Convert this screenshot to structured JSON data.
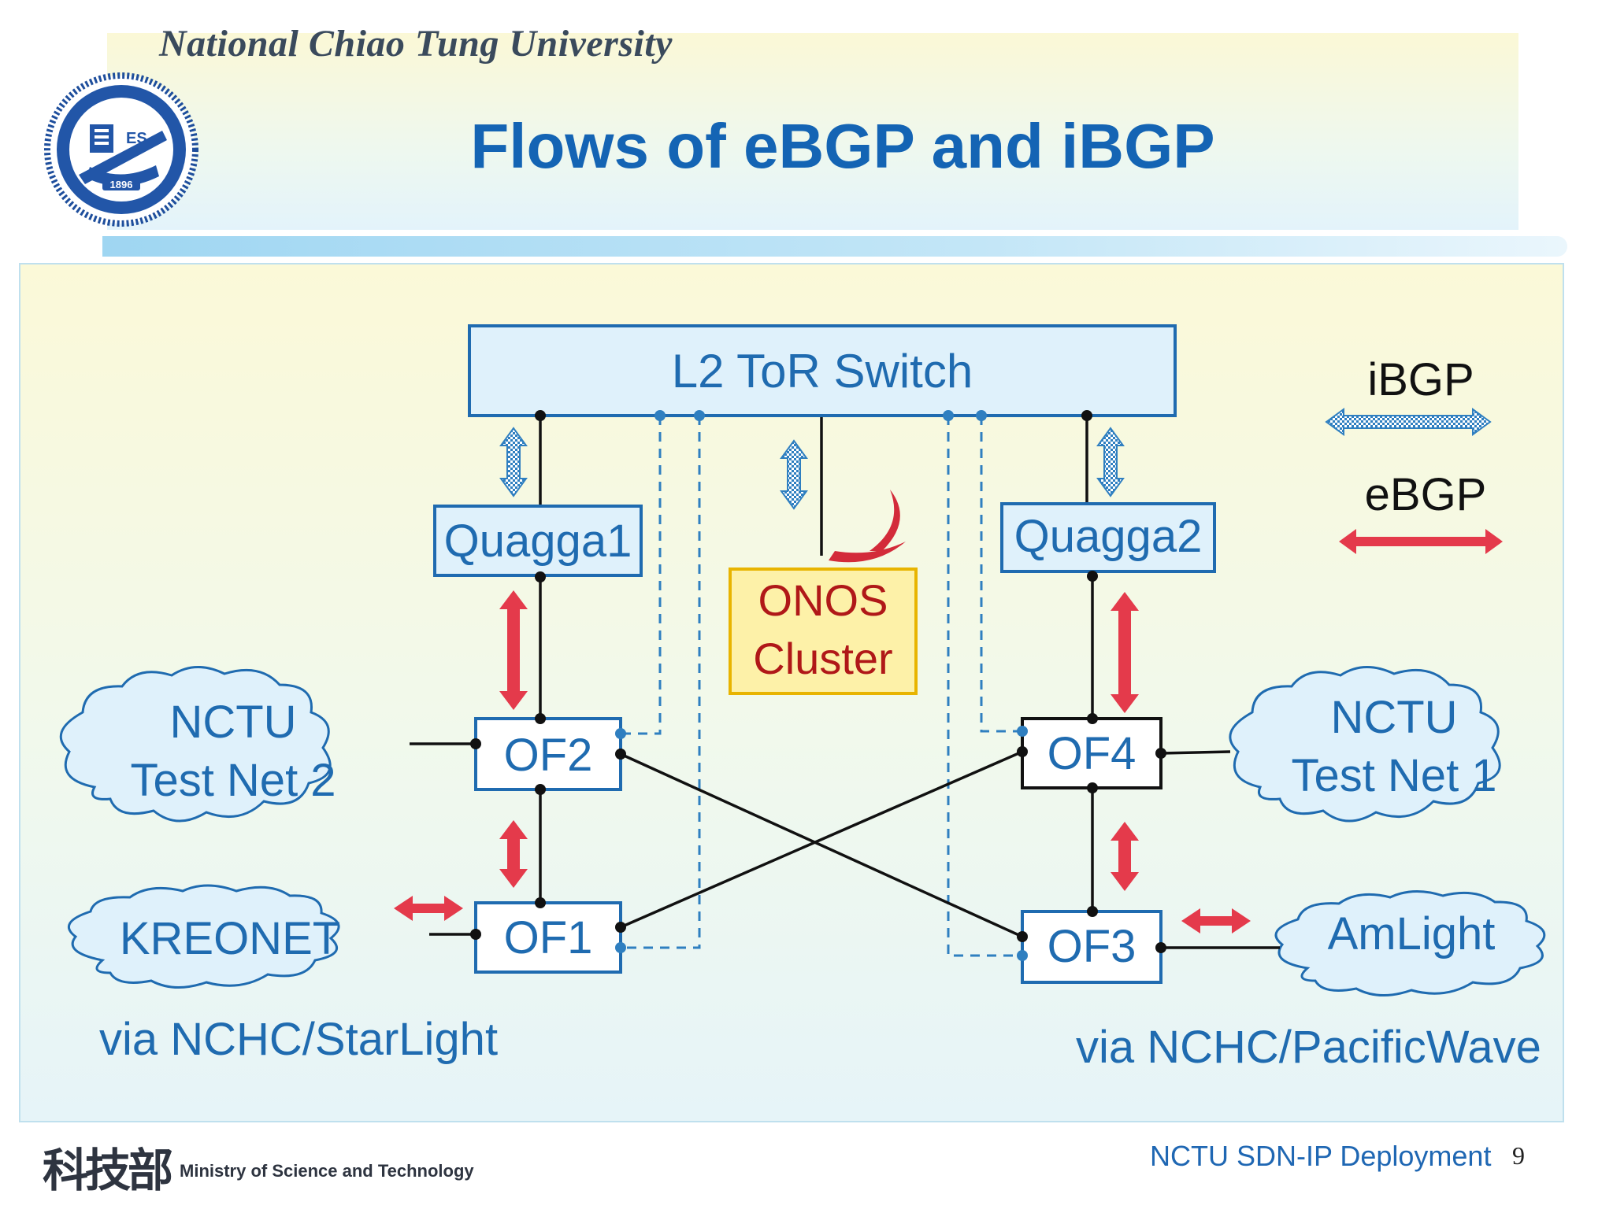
{
  "header": {
    "university": "National Chiao Tung University",
    "title": "Flows of eBGP and iBGP",
    "seal_year": "1896",
    "seal_letters": "ES"
  },
  "diagram": {
    "tor_switch": "L2 ToR Switch",
    "quagga1": "Quagga1",
    "quagga2": "Quagga2",
    "onos_line1": "ONOS",
    "onos_line2": "Cluster",
    "of1": "OF1",
    "of2": "OF2",
    "of3": "OF3",
    "of4": "OF4",
    "net2_line1": "NCTU",
    "net2_line2": "Test Net 2",
    "net1_line1": "NCTU",
    "net1_line2": "Test Net 1",
    "kreonet": "KREONET",
    "amlight": "AmLight",
    "via_left": "via NCHC/StarLight",
    "via_right": "via NCHC/PacificWave",
    "legend_ibgp": "iBGP",
    "legend_ebgp": "eBGP"
  },
  "footer": {
    "ministry_cn": "科技部",
    "ministry_en": "Ministry of Science and Technology",
    "deployment": "NCTU SDN-IP Deployment",
    "page": "9"
  },
  "colors": {
    "title_blue": "#1464b4",
    "box_stroke": "#1f6bb0",
    "box_fill": "#dff1fb",
    "onos_fill": "#fdf1a8",
    "onos_stroke": "#e8b400",
    "onos_text": "#b01818",
    "ebgp_red": "#e43a4b",
    "ibgp_blue": "#2f7fc0"
  }
}
